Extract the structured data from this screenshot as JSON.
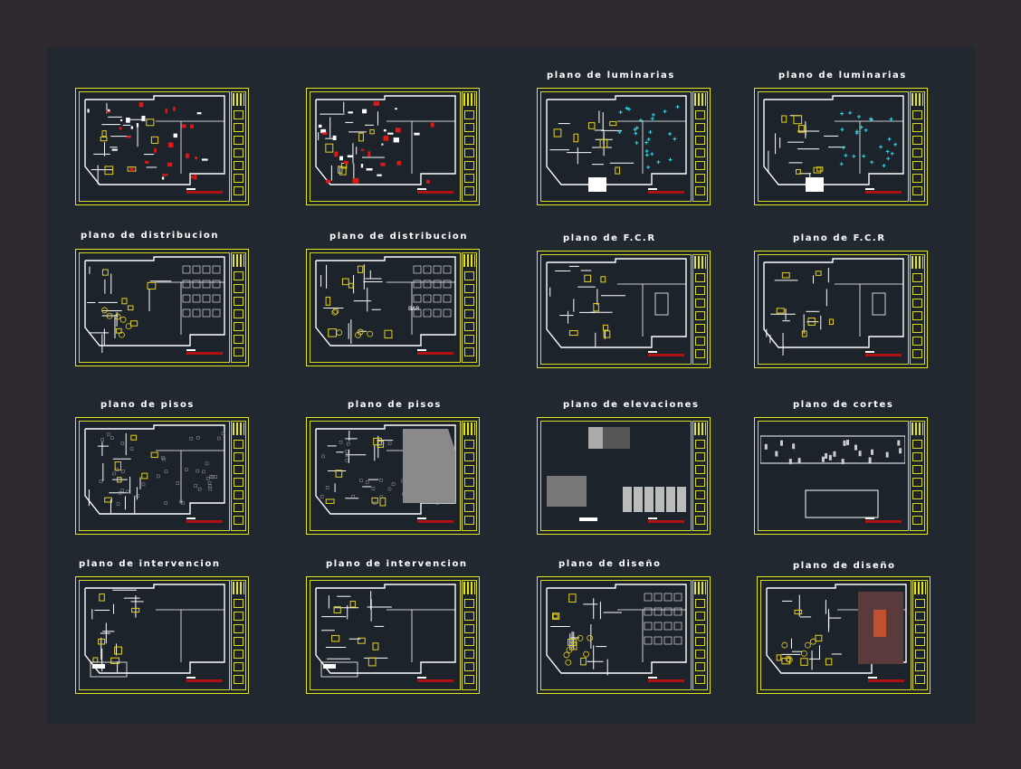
{
  "drawing": {
    "background": "#2f2a30",
    "model_space_color": "#212830",
    "frame_color": "#e6e620",
    "sheets": [
      {
        "id": "s1",
        "title": "",
        "type": "plan-red"
      },
      {
        "id": "s2",
        "title": "",
        "type": "plan-red"
      },
      {
        "id": "s3",
        "title": "plano de luminarias",
        "type": "lum"
      },
      {
        "id": "s4",
        "title": "plano de luminarias",
        "type": "lum"
      },
      {
        "id": "s5",
        "title": "plano de distribucion",
        "type": "dist"
      },
      {
        "id": "s6",
        "title": "plano de distribucion",
        "type": "dist"
      },
      {
        "id": "s7",
        "title": "plano de F.C.R",
        "type": "fcr"
      },
      {
        "id": "s8",
        "title": "plano de F.C.R",
        "type": "fcr"
      },
      {
        "id": "s9",
        "title": "plano de pisos",
        "type": "pisos"
      },
      {
        "id": "s10",
        "title": "plano de pisos",
        "type": "pisos"
      },
      {
        "id": "s11",
        "title": "plano de elevaciones",
        "type": "elev"
      },
      {
        "id": "s12",
        "title": "plano de cortes",
        "type": "cortes"
      },
      {
        "id": "s13",
        "title": "plano de intervencion",
        "type": "interv"
      },
      {
        "id": "s14",
        "title": "plano de intervencion",
        "type": "interv"
      },
      {
        "id": "s15",
        "title": "plano de diseño",
        "type": "dis"
      },
      {
        "id": "s16",
        "title": "plano de diseño",
        "type": "dis"
      }
    ],
    "bar_text": "BAR"
  }
}
